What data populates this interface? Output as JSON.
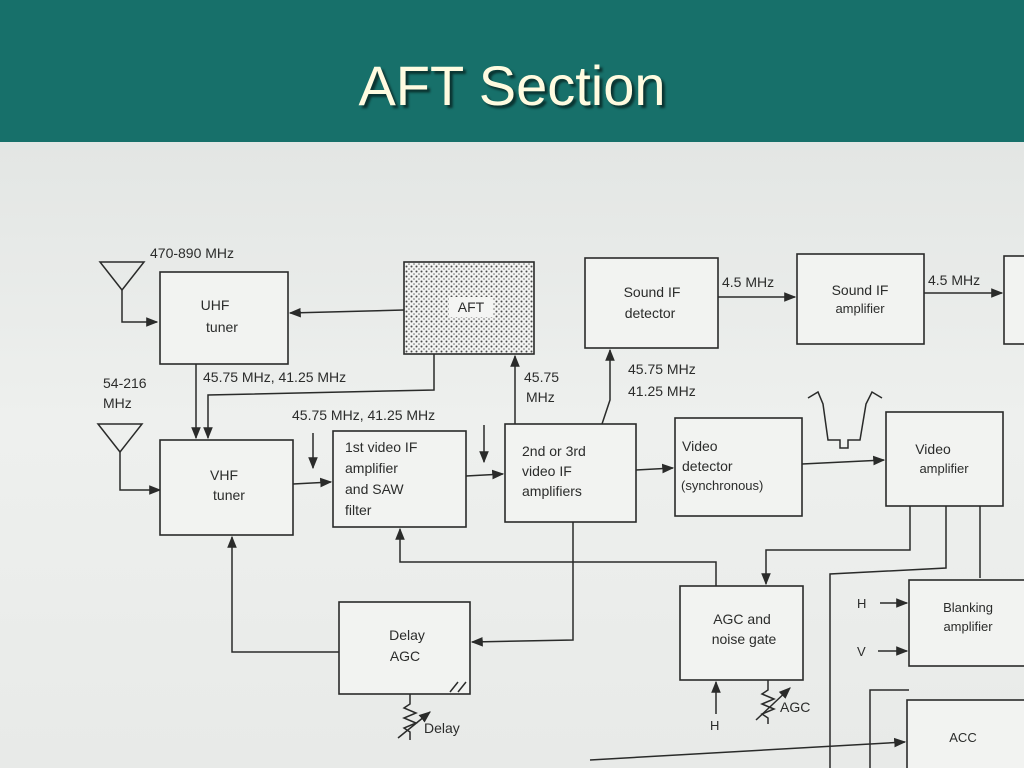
{
  "slide": {
    "title": "AFT Section"
  },
  "antennas": {
    "uhf_band": "470-890 MHz",
    "vhf_band_line1": "54-216",
    "vhf_band_line2": "MHz"
  },
  "blocks": {
    "uhf_tuner": [
      "UHF",
      "tuner"
    ],
    "vhf_tuner": [
      "VHF",
      "tuner"
    ],
    "aft": [
      "AFT"
    ],
    "first_video_if": [
      "1st video IF",
      "amplifier",
      "and SAW",
      "filter"
    ],
    "second_video_if": [
      "2nd or 3rd",
      "video IF",
      "amplifiers"
    ],
    "sound_if_detector": [
      "Sound IF",
      "detector"
    ],
    "sound_if_amplifier": [
      "Sound IF",
      "amplifier"
    ],
    "video_detector": [
      "Video",
      "detector",
      "(synchronous)"
    ],
    "video_amplifier": [
      "Video",
      "amplifier"
    ],
    "delay_agc": [
      "Delay",
      "AGC"
    ],
    "agc_noise_gate": [
      "AGC and",
      "noise gate"
    ],
    "blanking_amplifier": [
      "Blanking",
      "amplifier"
    ],
    "acc": [
      "ACC"
    ]
  },
  "labels": {
    "uhf_out_freq": "45.75 MHz, 41.25 MHz",
    "vhf_out_freq": "45.75 MHz, 41.25 MHz",
    "aft_in_line1": "45.75",
    "aft_in_line2": "MHz",
    "sound_in_line1": "45.75 MHz",
    "sound_in_line2": "41.25 MHz",
    "sound_if_freq_1": "4.5 MHz",
    "sound_if_freq_2": "4.5 MHz",
    "h_input_1": "H",
    "v_input": "V",
    "h_input_2": "H",
    "agc_control": "AGC",
    "delay_control": "Delay"
  }
}
